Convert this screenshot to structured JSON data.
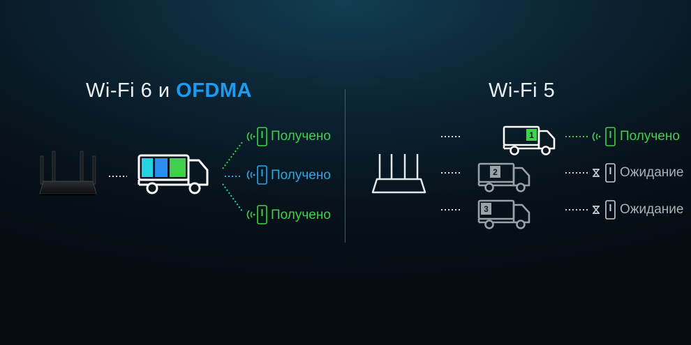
{
  "left_panel": {
    "title_prefix": "Wi-Fi 6 и",
    "title_accent": "OFDMA",
    "devices": [
      {
        "status": "Получено",
        "color": "#3fd14a"
      },
      {
        "status": "Получено",
        "color": "#2aa8ea"
      },
      {
        "status": "Получено",
        "color": "#3fd14a"
      }
    ]
  },
  "right_panel": {
    "title": "Wi-Fi 5",
    "queue": [
      {
        "packet": "1",
        "status": "Получено",
        "state": "received"
      },
      {
        "packet": "2",
        "status": "Ожидание",
        "state": "waiting"
      },
      {
        "packet": "3",
        "status": "Ожидание",
        "state": "waiting"
      }
    ]
  },
  "colors": {
    "green": "#3fd14a",
    "blue": "#2aa8ea",
    "gray": "#a9b1b7",
    "accent": "#1d9bf0"
  }
}
